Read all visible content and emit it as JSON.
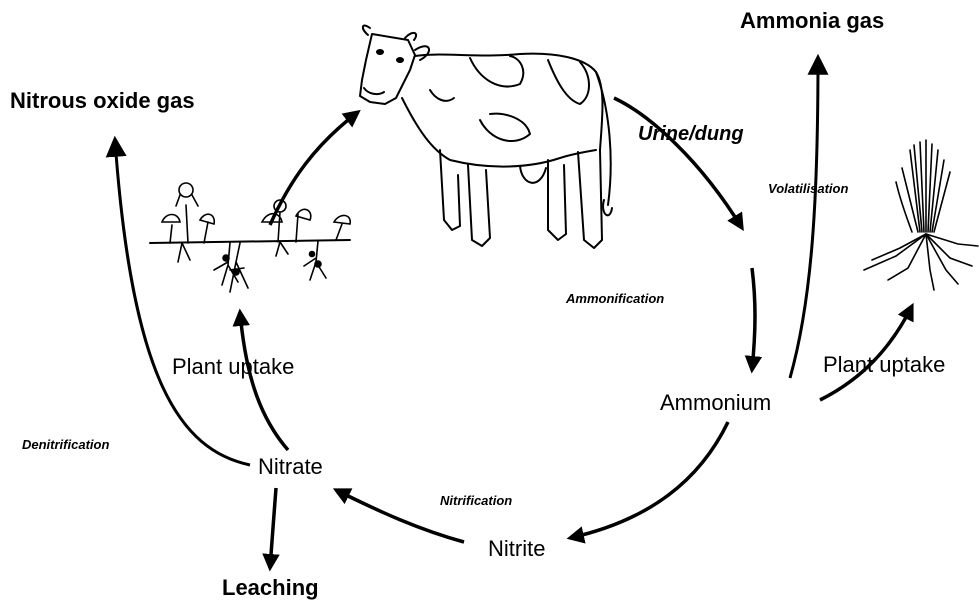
{
  "labels": {
    "ammonia_gas": "Ammonia gas",
    "nitrous_oxide_gas": "Nitrous oxide gas",
    "urine_dung": "Urine/dung",
    "volatilisation": "Volatilisation",
    "ammonification": "Ammonification",
    "plant_uptake_left": "Plant uptake",
    "plant_uptake_right": "Plant uptake",
    "ammonium": "Ammonium",
    "denitrification": "Denitrification",
    "nitrate": "Nitrate",
    "nitrification": "Nitrification",
    "nitrite": "Nitrite",
    "leaching": "Leaching"
  },
  "icons": [
    "cow-icon",
    "clover-plant-icon",
    "grass-plant-icon"
  ],
  "colors": {
    "ink": "#000000",
    "background": "#ffffff"
  }
}
